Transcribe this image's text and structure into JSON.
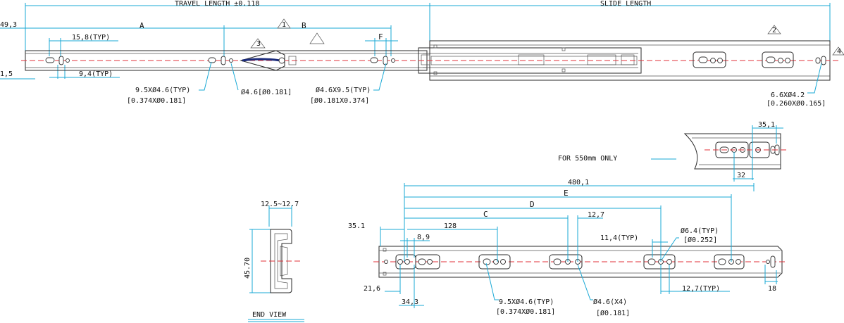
{
  "top_view": {
    "travel_length": "TRAVEL LENGTH ±0.118",
    "slide_length": "SLIDE LENGTH",
    "dim_49_3": "49,3",
    "dim_1_5": "1,5",
    "dim_A": "A",
    "dim_B": "B",
    "dim_F": "F",
    "dim_15_8": "15,8(TYP)",
    "dim_9_4": "9,4(TYP)",
    "tri_1": "1",
    "tri_2": "2",
    "tri_3": "3",
    "tri_4": "4",
    "note_slot_a1": "9.5XØ4.6(TYP)",
    "note_slot_a2": "[0.374XØ0.181]",
    "note_hole": "Ø4.6[Ø0.181]",
    "note_slot_b1": "Ø4.6X9.5(TYP)",
    "note_slot_b2": "[Ø0.181X0.374]",
    "note_slot_c1": "6.6XØ4.2",
    "note_slot_c2": "[0.260XØ0.165]"
  },
  "detail_550": {
    "note": "FOR 550mm ONLY",
    "dim_35_1": "35,1",
    "dim_32": "32"
  },
  "end_view": {
    "title": "END VIEW",
    "width": "12.5~12.7",
    "height": "45.70"
  },
  "bottom_view": {
    "dim_480_1": "480,1",
    "dim_E": "E",
    "dim_D": "D",
    "dim_C": "C",
    "dim_12_7": "12,7",
    "dim_128": "128",
    "dim_35_1": "35.1",
    "dim_8_9": "8,9",
    "dim_11_4": "11,4(TYP)",
    "note_hole6_1": "Ø6.4(TYP)",
    "note_hole6_2": "[Ø0.252]",
    "dim_21_6": "21,6",
    "dim_34_3": "34,3",
    "note_slot_1": "9.5XØ4.6(TYP)",
    "note_slot_2": "[0.374XØ0.181]",
    "note_hole4_1": "Ø4.6(X4)",
    "note_hole4_2": "[Ø0.181]",
    "dim_12_7_typ": "12,7(TYP)",
    "dim_18": "18"
  }
}
